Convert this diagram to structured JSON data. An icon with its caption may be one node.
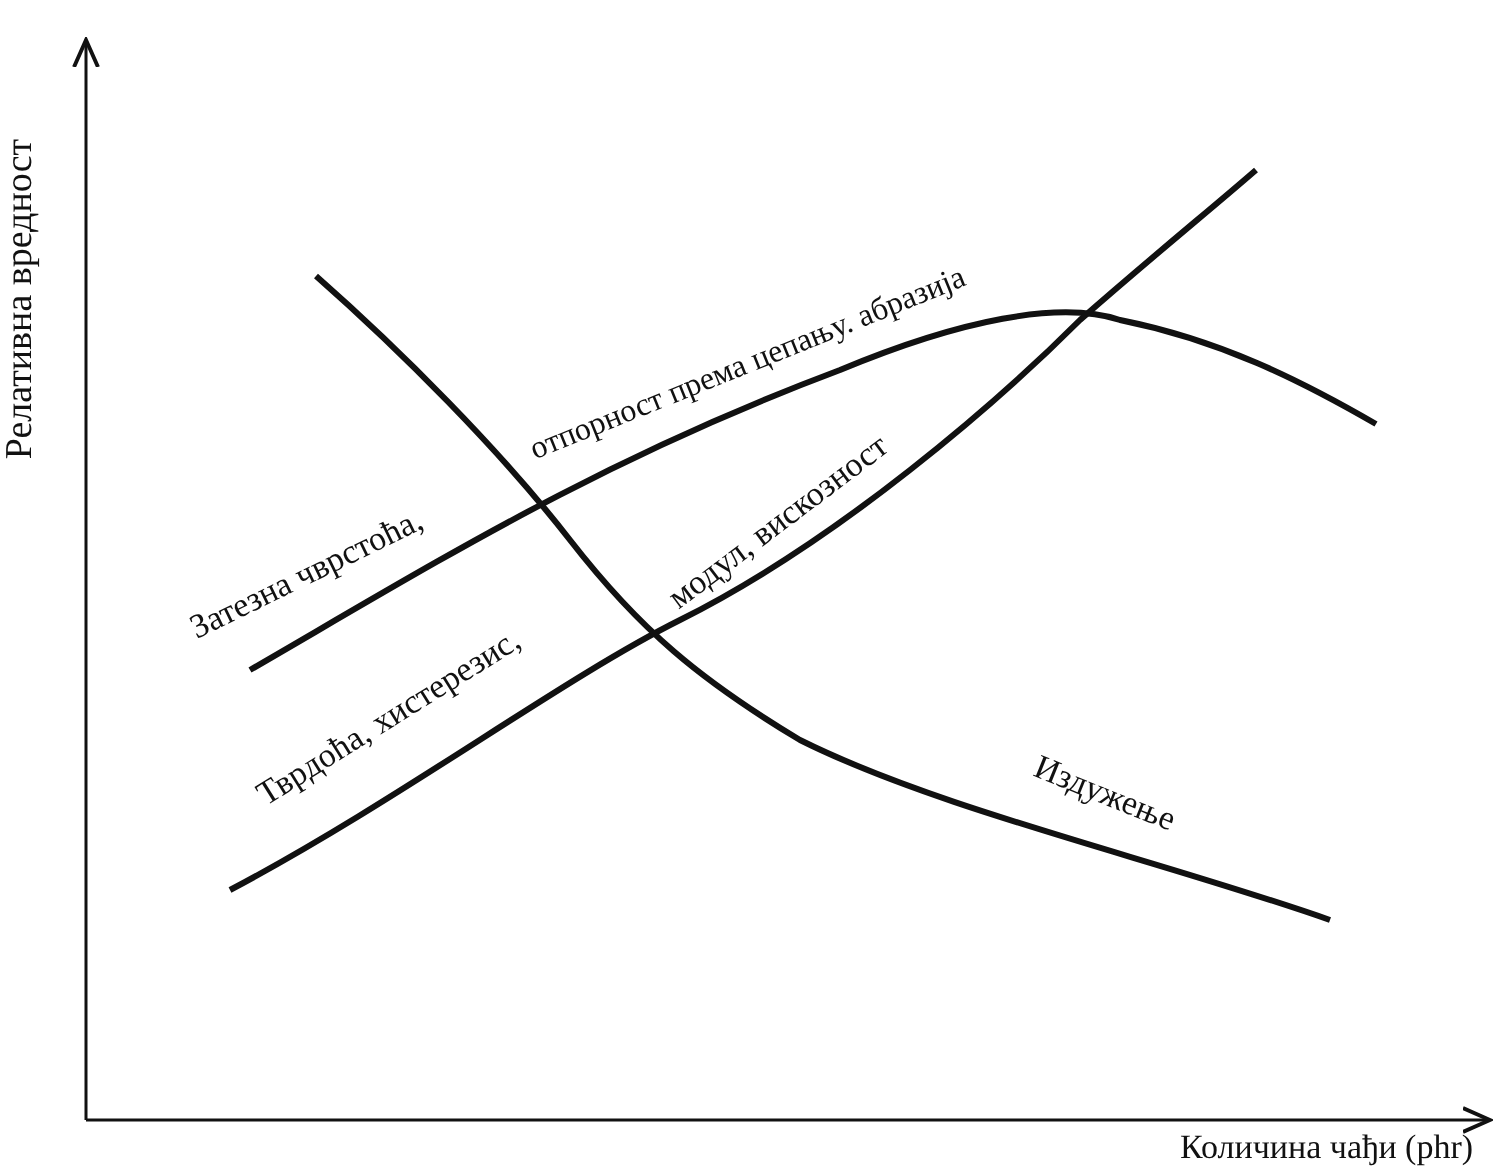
{
  "diagram": {
    "labels": [
      "Релативна вредност",
      "Затезна чврстоћа,",
      "отпорност према цепању. абразија",
      "Тврдоћа, хистерезис,",
      "модул, вискозност",
      "Издужење",
      "Количина чађи (phr)"
    ]
  }
}
